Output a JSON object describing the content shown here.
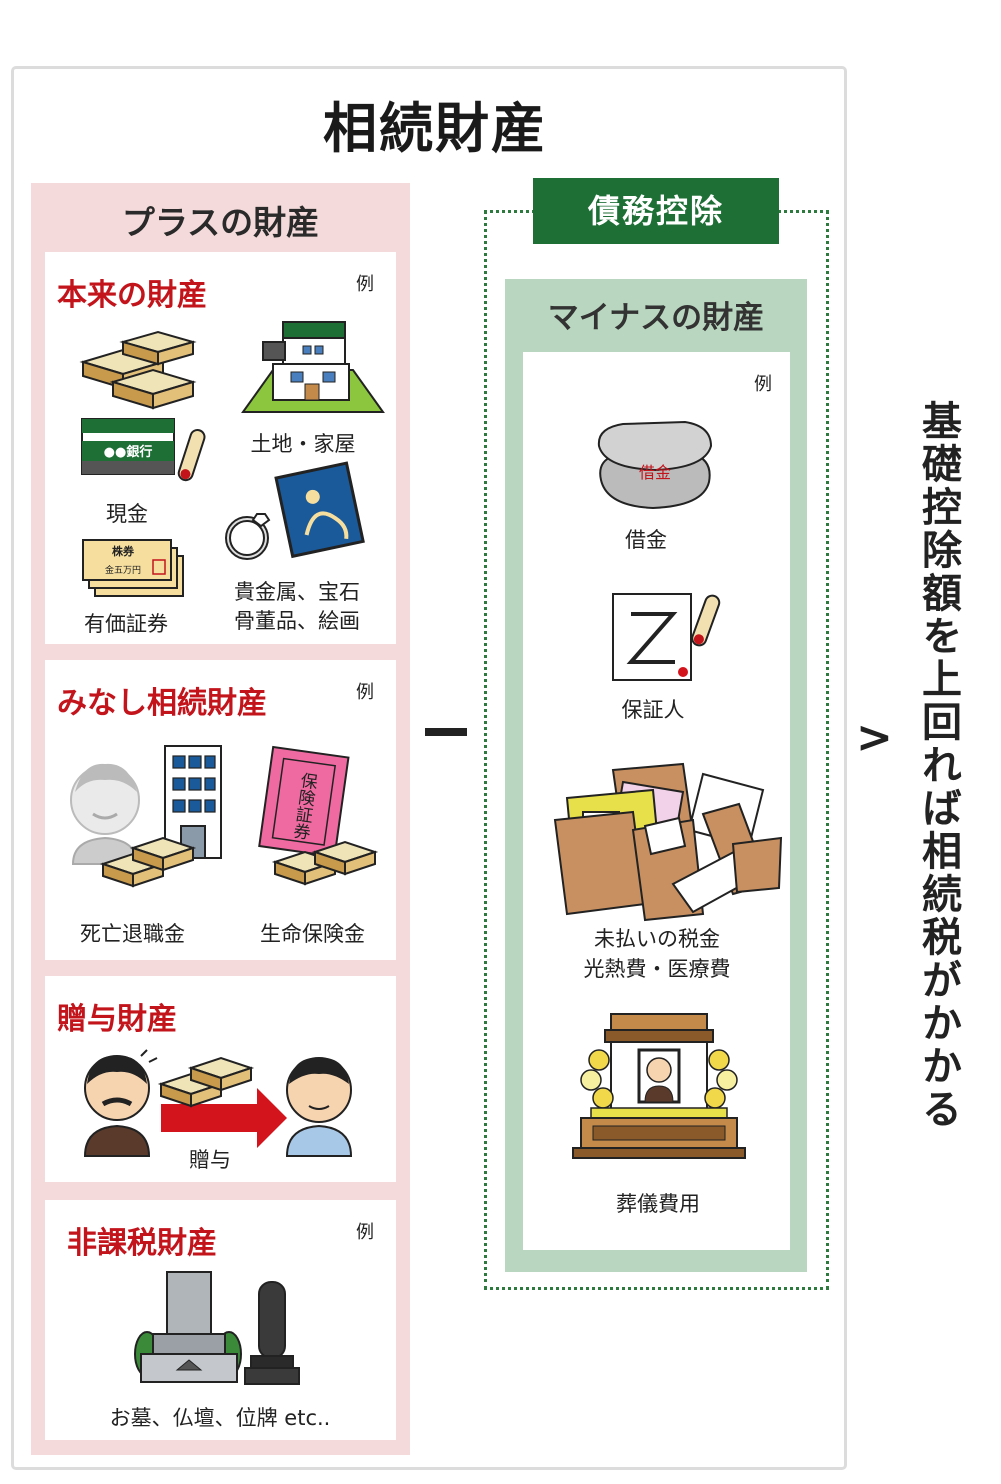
{
  "title": "相続財産",
  "plus": {
    "title": "プラスの財産",
    "honrai": {
      "title": "本来の財産",
      "example": "例",
      "labels": [
        "現金",
        "土地・家屋",
        "有価証券",
        "貴金属、宝石",
        "骨董品、絵画"
      ],
      "bank_text": "●●銀行",
      "stock_text": "株券",
      "stock_amount": "金五万円"
    },
    "minashi": {
      "title": "みなし相続財産",
      "example": "例",
      "labels": [
        "死亡退職金",
        "生命保険金"
      ],
      "insurance_text": "保険証券"
    },
    "zouyo": {
      "title": "贈与財産",
      "label": "贈与"
    },
    "hikazei": {
      "title": "非課税財産",
      "example": "例",
      "label": "お墓、仏壇、位牌 etc.."
    }
  },
  "operator_minus": "－",
  "debt": {
    "header": "債務控除",
    "title": "マイナスの財産",
    "example": "例",
    "items": [
      "借金",
      "保証人",
      "未払いの税金",
      "光熱費・医療費",
      "葬儀費用"
    ],
    "rock_text": "借金"
  },
  "operator_gt": ">",
  "result": "基礎控除額を上回れば相続税がかかる",
  "colors": {
    "card_title": "#c3141c",
    "plus_bg": "#f4dada",
    "debt_green": "#1d6f36",
    "minus_bg": "#b9d7c0"
  }
}
